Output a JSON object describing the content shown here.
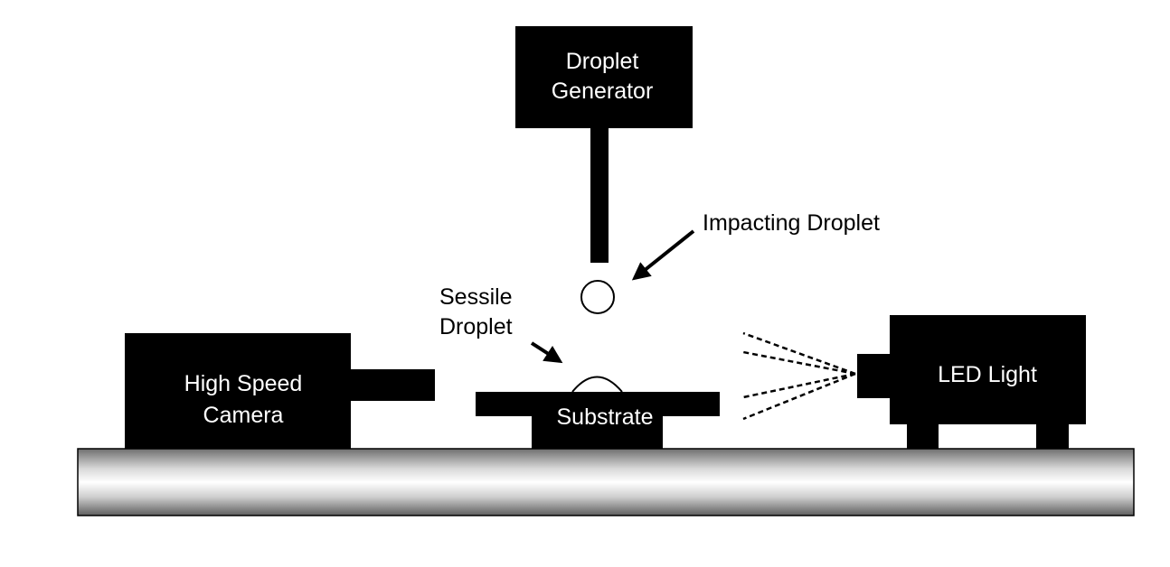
{
  "diagram": {
    "droplet_generator": {
      "line1": "Droplet",
      "line2": "Generator"
    },
    "impacting_droplet": "Impacting Droplet",
    "sessile_droplet": {
      "line1": "Sessile",
      "line2": "Droplet"
    },
    "camera": {
      "line1": "High Speed",
      "line2": "Camera"
    },
    "substrate": "Substrate",
    "led_light": "LED Light"
  },
  "colors": {
    "fill": "#000000",
    "text_on_fill": "#ffffff",
    "rail_light": "#ffffff",
    "rail_dark": "#6e6e6e"
  }
}
